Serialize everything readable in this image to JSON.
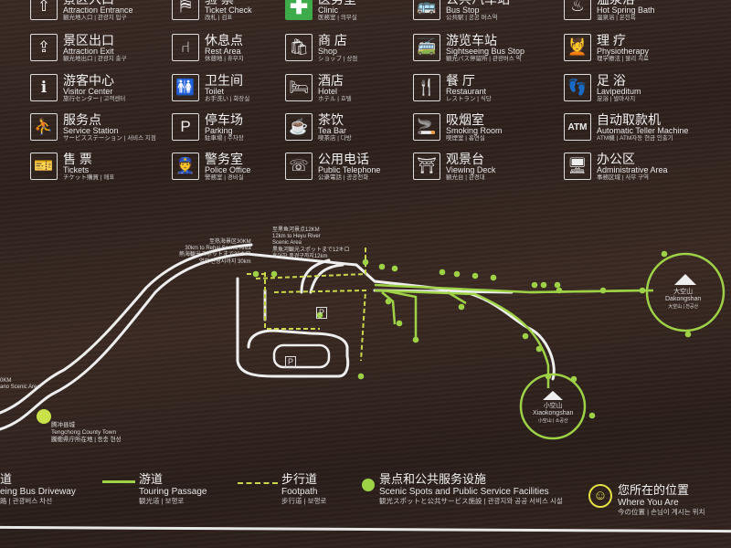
{
  "legend": {
    "columns": [
      [
        {
          "icon": "entrance-icon",
          "glyph": "⇧",
          "zh": "景区入口",
          "en": "Attraction Entrance",
          "ko": "観光地入口 | 관광지 입구"
        },
        {
          "icon": "exit-icon",
          "glyph": "⇪",
          "zh": "景区出口",
          "en": "Attraction Exit",
          "ko": "観光地出口 | 관광지 출구"
        },
        {
          "icon": "info-icon",
          "glyph": "ℹ",
          "zh": "游客中心",
          "en": "Visitor Center",
          "ja": "旅行センター",
          "ko": "고객센터"
        },
        {
          "icon": "service-station-icon",
          "glyph": "⛹",
          "zh": "服务点",
          "en": "Service Station",
          "ja": "サービスステーション",
          "ko": "서비스 지점"
        },
        {
          "icon": "ticket-icon",
          "glyph": "🎫",
          "zh": "售 票",
          "en": "Tickets",
          "ja": "チケット購買",
          "ko": "매표"
        }
      ],
      [
        {
          "icon": "ticket-check-icon",
          "glyph": "⛿",
          "zh": "验 票",
          "en": "Ticket Check",
          "ja": "改札",
          "ko": "검표"
        },
        {
          "icon": "rest-area-icon",
          "glyph": "⑁",
          "zh": "休息点",
          "en": "Rest Area",
          "ja": "休憩地",
          "ko": "휴무지"
        },
        {
          "icon": "toilet-icon",
          "glyph": "🚻",
          "zh": "卫生间",
          "en": "Toilet",
          "ja": "お手洗い",
          "ko": "화장실"
        },
        {
          "icon": "parking-icon",
          "glyph": "P",
          "zh": "停车场",
          "en": "Parking",
          "ja": "駐車場",
          "ko": "주차장"
        },
        {
          "icon": "police-icon",
          "glyph": "👮",
          "zh": "警务室",
          "en": "Police Office",
          "ja": "警務室",
          "ko": "경비실"
        }
      ],
      [
        {
          "icon": "clinic-cross-icon",
          "glyph": "✚",
          "zh": "医务室",
          "en": "Clinic",
          "ja": "医務室",
          "ko": "의무실",
          "green": true
        },
        {
          "icon": "shop-icon",
          "glyph": "🛍",
          "zh": "商 店",
          "en": "Shop",
          "ja": "ショップ",
          "ko": "상점"
        },
        {
          "icon": "hotel-bed-icon",
          "glyph": "🛏",
          "zh": "酒店",
          "en": "Hotel",
          "ja": "ホテル",
          "ko": "호텔"
        },
        {
          "icon": "tea-cup-icon",
          "glyph": "☕",
          "zh": "茶饮",
          "en": "Tea Bar",
          "ja": "喫茶店",
          "ko": "다방"
        },
        {
          "icon": "telephone-icon",
          "glyph": "☏",
          "zh": "公用电话",
          "en": "Public Telephone",
          "ja": "公衆電話",
          "ko": "공공전화"
        }
      ],
      [
        {
          "icon": "bus-icon",
          "glyph": "🚌",
          "zh": "公共汽车站",
          "en": "Bus Stop",
          "ja": "公共駅",
          "ko": "공공 버스역"
        },
        {
          "icon": "sightseeing-bus-icon",
          "glyph": "🚎",
          "zh": "游览车站",
          "en": "Sightseeing Bus Stop",
          "ja": "観光バス停留所",
          "ko": "관광버스 역"
        },
        {
          "icon": "restaurant-icon",
          "glyph": "🍴",
          "zh": "餐 厅",
          "en": "Restaurant",
          "ja": "レストラン",
          "ko": "식당"
        },
        {
          "icon": "smoking-icon",
          "glyph": "🚬",
          "zh": "吸烟室",
          "en": "Smoking Room",
          "ja": "喫煙室",
          "ko": "흡연실"
        },
        {
          "icon": "viewing-deck-icon",
          "glyph": "⛩",
          "zh": "观景台",
          "en": "Viewing Deck",
          "ja": "観光台",
          "ko": "관경대"
        }
      ],
      [
        {
          "icon": "hot-spring-icon",
          "glyph": "♨",
          "zh": "温泉浴",
          "en": "Hot Spring Bath",
          "ja": "温泉浴",
          "ko": "온천욕"
        },
        {
          "icon": "physiotherapy-icon",
          "glyph": "💆",
          "zh": "理 疗",
          "en": "Physiotherapy",
          "ja": "理学療法",
          "ko": "물리 치료"
        },
        {
          "icon": "foot-bath-icon",
          "glyph": "👣",
          "zh": "足 浴",
          "en": "Lavipeditum",
          "ja": "足浴",
          "ko": "발마사지"
        },
        {
          "icon": "atm-icon",
          "glyph": "ATM",
          "zh": "自动取款机",
          "en": "Automatic Teller Machine",
          "ja": "ATM機",
          "ko": "ATM자동 현금 인출기"
        },
        {
          "icon": "office-icon",
          "glyph": "🖥",
          "zh": "办公区",
          "en": "Administrative Area",
          "ja": "事務区域",
          "ko": "사무 구역"
        }
      ]
    ]
  },
  "map": {
    "rehai": {
      "zh": "至热海景区30KM",
      "en": "30km to Rehai Scenic Area",
      "ja": "熱海観光スポットまで30キロ",
      "ko": "열해 관광지까지 30km"
    },
    "heyu": {
      "zh": "至黑鱼河景点12KM",
      "en1": "12km to Heyu River",
      "en2": "Scenic Area",
      "ja": "黒魚河観光スポットまで12キロ",
      "ko": "흑어하 풍경구까지12km"
    },
    "dakongshan": {
      "zh": "大空山",
      "en": "Dakongshan",
      "ko": "大空山 | 전공산"
    },
    "xiaokongshan": {
      "zh": "小空山",
      "en": "Xiaokongshan",
      "ko": "小空山 | 소공산"
    },
    "tengchong": {
      "zh": "腾冲县城",
      "en": "Tengchong County Town",
      "ko": "騰衝県庁所在地 | 등충 현성"
    },
    "left_edge": {
      "km": "0KM",
      "en": "ano Scenic Area"
    },
    "parking1": "P",
    "parking2": "P"
  },
  "bottom_legend": {
    "bus": {
      "zh": "道",
      "en": "eing Bus Driveway",
      "ko": "路 | 관광버스 차선"
    },
    "touring": {
      "zh": "游道",
      "en": "Touring Passage",
      "ko": "観光道 | 보행로"
    },
    "footpath": {
      "zh": "步行道",
      "en": "Footpath",
      "ko": "步行道 | 보행로"
    },
    "scenic": {
      "zh": "景点和公共服务设施",
      "en": "Scenic Spots and Public Service Facilities",
      "ko": "観光スポットと公共サービス施設 | 관광지와 공공 서비스 시설"
    },
    "you_are_here": {
      "zh": "您所在的位置",
      "en": "Where You Are",
      "ko": "今の位置 | 손님이 계시는 위치"
    }
  },
  "colors": {
    "green": "#9ed246",
    "white": "#eeeeee",
    "wood": "#33251f"
  }
}
